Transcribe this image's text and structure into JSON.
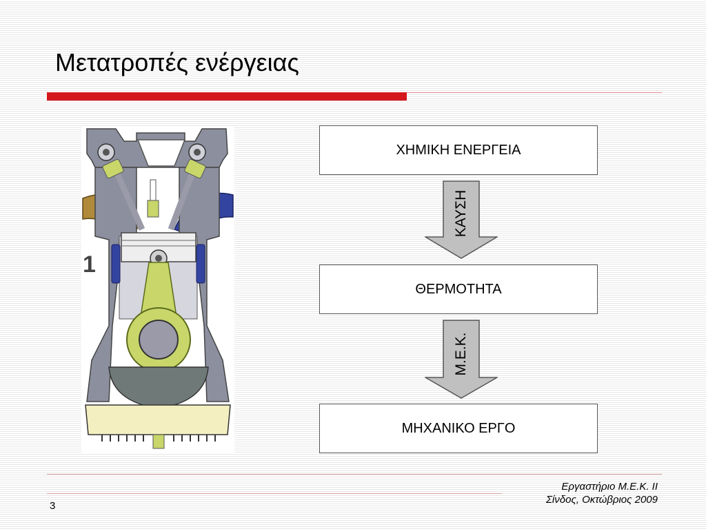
{
  "slide": {
    "title": "Μετατροπές ενέργειας",
    "page_number": "3"
  },
  "diagram": {
    "boxes": [
      {
        "label": "ΧΗΜΙΚΗ ΕΝΕΡΓΕΙΑ"
      },
      {
        "label": "ΘΕΡΜΟΤΗΤΑ"
      },
      {
        "label": "ΜΗΧΑΝΙΚΟ ΕΡΓΟ"
      }
    ],
    "arrows": [
      {
        "label": "ΚΑΥΣΗ"
      },
      {
        "label": "Μ.Ε.Κ."
      }
    ]
  },
  "engine_image": {
    "stroke_number": "1"
  },
  "footer": {
    "line1": "Εργαστήριο Μ.Ε.Κ. ΙΙ",
    "line2": "Σίνδος, Οκτώβριος 2009"
  },
  "colors": {
    "accent_red": "#d4171c",
    "arrow_fill": "#c0c0c0",
    "engine_block": "#8c8f9e",
    "connecting_rod": "#c8d66a"
  }
}
